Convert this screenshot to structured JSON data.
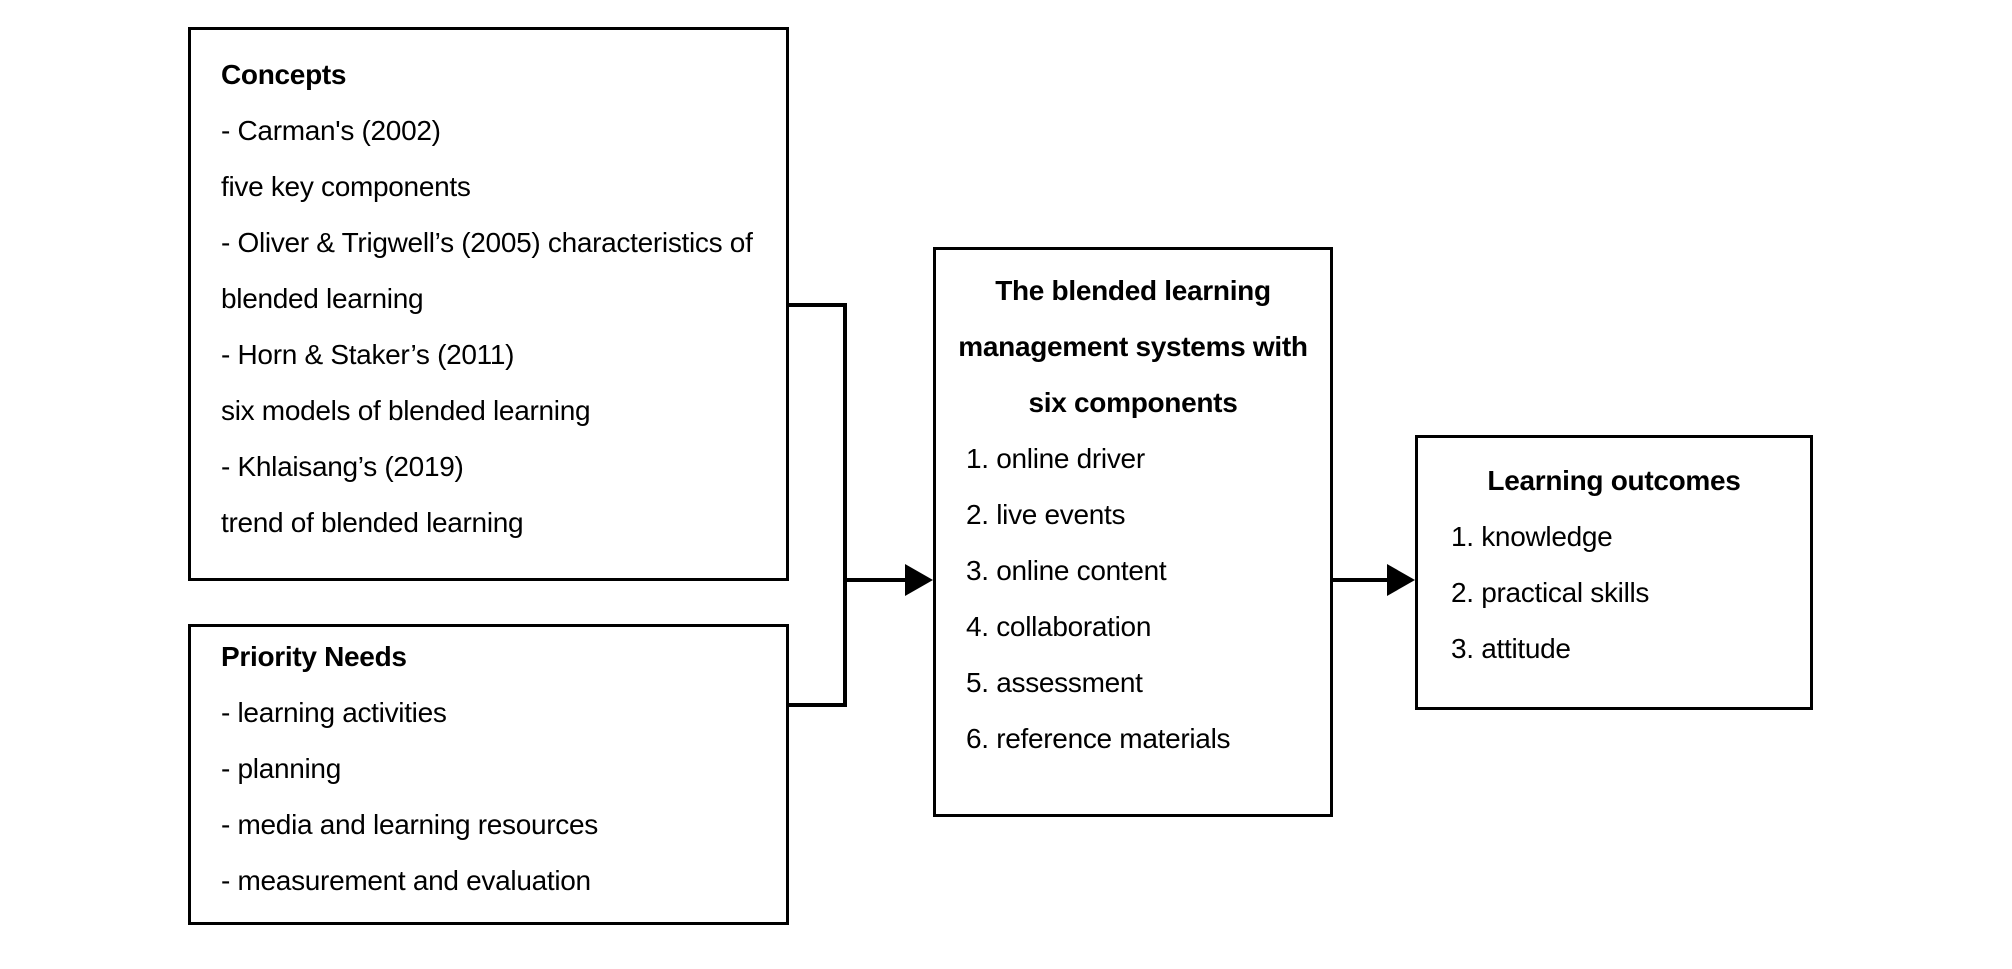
{
  "colors": {
    "background": "#ffffff",
    "line_color": "#000000",
    "text_color": "#000000"
  },
  "boxes": {
    "concepts": {
      "title": "Concepts",
      "lines": [
        "- Carman's (2002)",
        "five key components",
        "- Oliver & Trigwell’s (2005) characteristics of",
        "blended learning",
        "- Horn & Staker’s (2011)",
        "six models of blended learning",
        "- Khlaisang’s (2019)",
        "trend of blended learning"
      ]
    },
    "priority_needs": {
      "title": "Priority Needs",
      "lines": [
        "- learning activities",
        "- planning",
        "- media and learning resources",
        "- measurement and evaluation"
      ]
    },
    "blended_system": {
      "title_lines": [
        "The blended learning",
        "management systems with",
        "six components"
      ],
      "items": [
        "1. online driver",
        "2. live events",
        "3. online content",
        "4. collaboration",
        "5. assessment",
        "6. reference materials"
      ]
    },
    "learning_outcomes": {
      "title": "Learning outcomes",
      "items": [
        "1. knowledge",
        "2. practical skills",
        "3. attitude"
      ]
    }
  }
}
